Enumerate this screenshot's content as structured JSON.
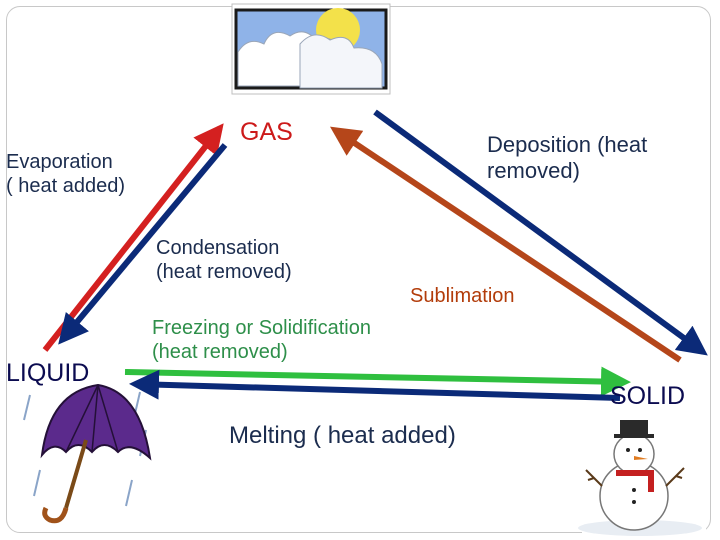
{
  "states": {
    "gas": "GAS",
    "liquid": "LIQUID",
    "solid": "SOLID"
  },
  "processes": {
    "evaporation": "Evaporation\n( heat added)",
    "deposition": "Deposition (heat\nremoved)",
    "condensation": "Condensation\n(heat removed)",
    "sublimation": "Sublimation",
    "freezing": "Freezing or Solidification\n(heat removed)",
    "melting": "Melting  ( heat added)"
  },
  "colors": {
    "gas_label": "#cc1a1a",
    "state_label": "#0b0b50",
    "process_text": "#1b2c4e",
    "sublimation_text": "#b23c0a",
    "freezing_text": "#2e8f4a",
    "evaporation_arrow": "#d42020",
    "condensation_arrow": "#0b2a78",
    "deposition_arrow": "#0b2a78",
    "sublimation_arrow": "#b5461a",
    "freezing_arrow": "#2fbf3f",
    "melting_arrow": "#0b2a78"
  },
  "icons": {
    "gas": "cloud-sun-icon",
    "liquid": "umbrella-rain-icon",
    "solid": "snowman-icon"
  }
}
